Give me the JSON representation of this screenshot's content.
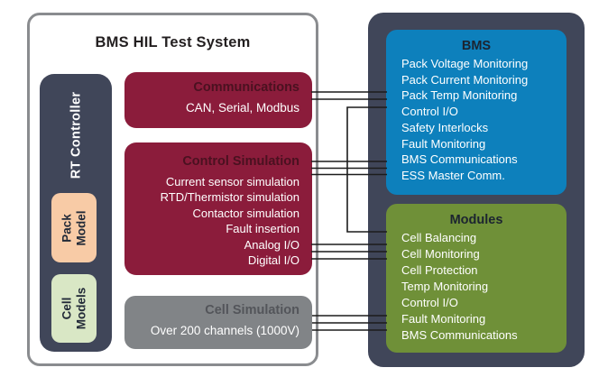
{
  "title": "BMS HIL Test System",
  "colors": {
    "maroon": "#8b1c3b",
    "slate": "#404659",
    "blue": "#0d80bc",
    "green": "#6f9038",
    "gray_box": "#818487",
    "peach": "#f8cba6",
    "light_green": "#d9e7c5",
    "outer_border": "#8a8c8f",
    "connector_line": "#1c1c1c"
  },
  "left": {
    "rt_controller_label": "RT Controller",
    "pack_model": {
      "line1": "Pack",
      "line2": "Model"
    },
    "cell_models": {
      "line1": "Cell",
      "line2": "Models"
    },
    "communications": {
      "heading": "Communications",
      "sub": "CAN, Serial, Modbus"
    },
    "control_simulation": {
      "heading": "Control Simulation",
      "items": [
        "Current sensor simulation",
        "RTD/Thermistor simulation",
        "Contactor simulation",
        "Fault insertion",
        "Analog I/O",
        "Digital I/O"
      ]
    },
    "cell_simulation": {
      "heading": "Cell Simulation",
      "sub": "Over 200 channels (1000V)"
    }
  },
  "right": {
    "bms": {
      "title": "BMS",
      "items": [
        "Pack Voltage Monitoring",
        "Pack Current Monitoring",
        "Pack Temp Monitoring",
        "Control I/O",
        "Safety Interlocks",
        "Fault Monitoring",
        "BMS Communications",
        "ESS Master Comm."
      ]
    },
    "modules": {
      "title": "Modules",
      "items": [
        "Cell Balancing",
        "Cell Monitoring",
        "Cell Protection",
        "Temp Monitoring",
        "Control I/O",
        "Fault Monitoring",
        "BMS Communications"
      ]
    }
  }
}
